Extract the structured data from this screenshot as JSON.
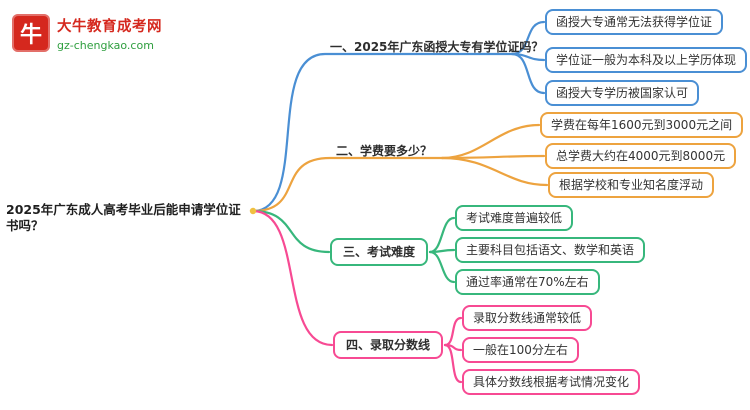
{
  "brand": {
    "site_name": "大牛教育成考网",
    "site_url": "gz-chengkao.com",
    "logo_glyph": "牛"
  },
  "root": {
    "text": "2025年广东成人高考毕业后能申请学位证书吗？"
  },
  "branches": [
    {
      "label": "一、2025年广东函授大专有学位证吗？",
      "color": "#4a8fd4",
      "leaves": [
        "函授大专通常无法获得学位证",
        "学位证一般为本科及以上学历体现",
        "函授大专学历被国家认可"
      ]
    },
    {
      "label": "二、学费要多少？",
      "color": "#eda33f",
      "leaves": [
        "学费在每年1600元到3000元之间",
        "总学费大约在4000元到8000元",
        "根据学校和专业知名度浮动"
      ]
    },
    {
      "label": "三、考试难度",
      "color": "#37b77c",
      "leaves": [
        "考试难度普遍较低",
        "主要科目包括语文、数学和英语",
        "通过率通常在70%左右"
      ]
    },
    {
      "label": "四、录取分数线",
      "color": "#f74a93",
      "leaves": [
        "录取分数线通常较低",
        "一般在100分左右",
        "具体分数线根据考试情况变化"
      ]
    }
  ],
  "colors": {
    "branch1": "#4a8fd4",
    "branch2": "#eda33f",
    "branch3": "#37b77c",
    "branch4": "#f74a93",
    "logo_red": "#d5281e",
    "logo_green": "#2e9e3e"
  }
}
